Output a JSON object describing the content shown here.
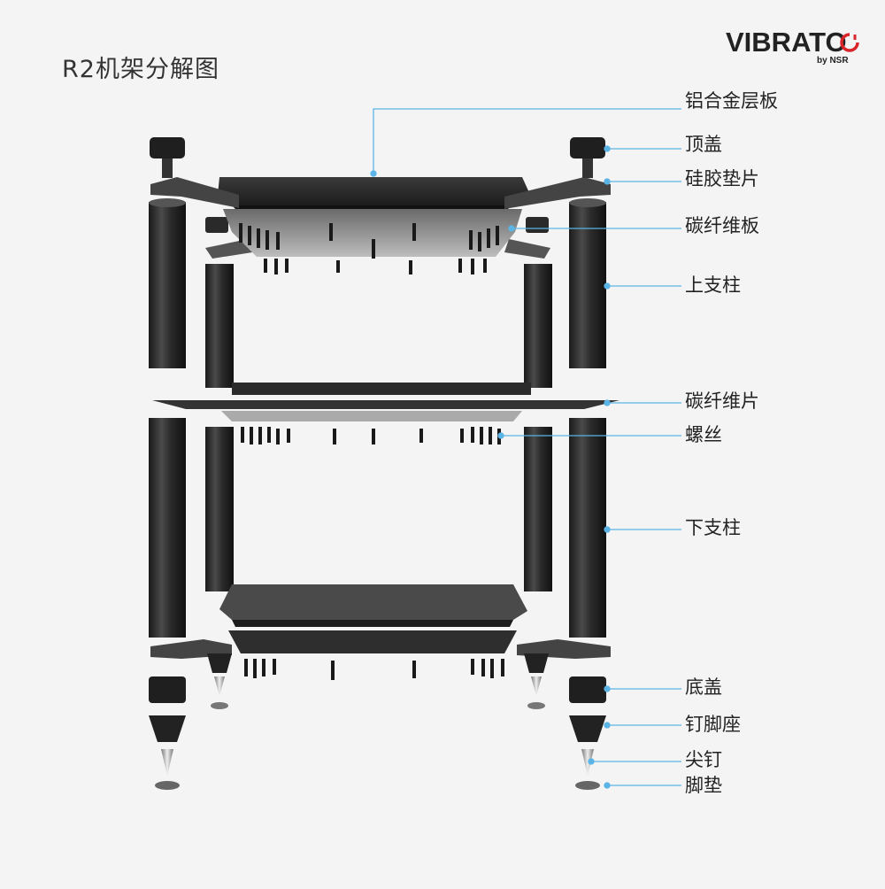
{
  "title": "R2机架分解图",
  "brand": {
    "name": "VIBRATO",
    "tagline": "by NSR",
    "accent_color": "#d9262b"
  },
  "callout_color": "#5ab4e6",
  "labels": {
    "aluminum_panel": "铝合金层板",
    "top_cap": "顶盖",
    "silicone_pad": "硅胶垫片",
    "carbon_board": "碳纤维板",
    "upper_column": "上支柱",
    "carbon_sheet": "碳纤维片",
    "screw": "螺丝",
    "lower_column": "下支柱",
    "bottom_cap": "底盖",
    "spike_base": "钉脚座",
    "spike": "尖钉",
    "foot_pad": "脚垫"
  }
}
